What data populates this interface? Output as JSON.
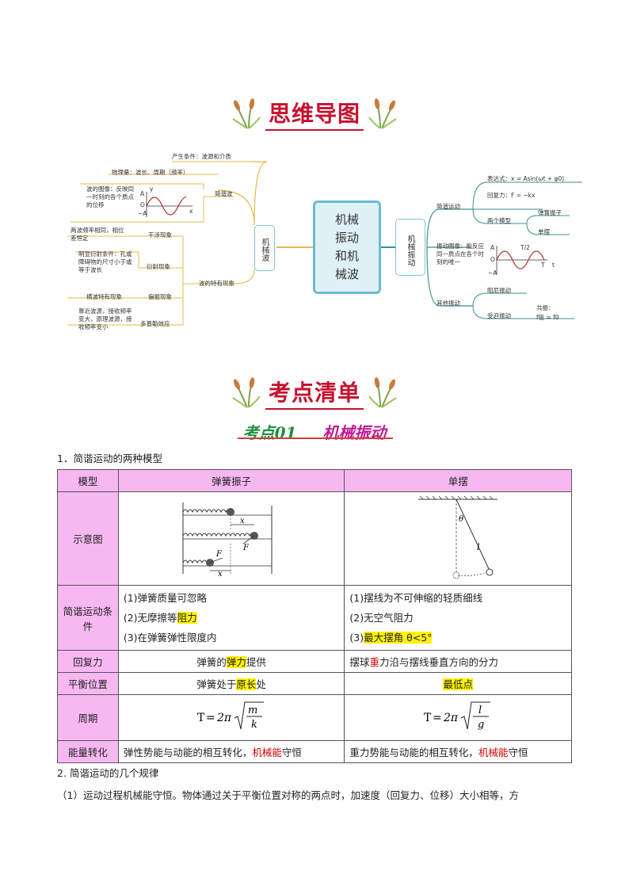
{
  "banners": {
    "mindmap_title": "思维导图",
    "checklist_title": "考点清单"
  },
  "section": {
    "number": "考点01",
    "name": "机械振动"
  },
  "mindmap": {
    "center": [
      "机械",
      "振动",
      "和机",
      "械波"
    ],
    "left_branch": "机械波",
    "right_branch": "机械振动",
    "wave": {
      "conditions": "产生条件：波源和介质",
      "quantities": "物理量：波长、周期（频率）",
      "simple_wave": "简谐波",
      "graph_desc": "波的图像：反映同一时刻的各个质点的位移",
      "features": "波的特有现象",
      "interference_cond": "两波频率相同，相位差恒定",
      "interference": "干涉现象",
      "diffraction_cond": "明显衍射条件：孔或障碍物的尺寸小于或等于波长",
      "diffraction": "衍射现象",
      "polarization_cond": "横波特有现象",
      "polarization": "偏振现象",
      "doppler_cond": "靠近波源，接收频率变大，原理波源，接收频率变小",
      "doppler": "多普勒效应"
    },
    "vibration": {
      "shm": "简谐运动",
      "expression": "表达式：x = Asin(ωt + φ0)",
      "restoring": "回复力：F = −kx",
      "models": "两个模型",
      "spring": "弹簧振子",
      "pendulum": "单摆",
      "graph_desc": "振动图像：能反应同一质点在各个时刻的唯一",
      "other": "其他振动",
      "damped": "阻尼振动",
      "forced": "受迫振动",
      "resonance": "共振：",
      "resonance_eq": "f驱 = f0"
    },
    "graph_labels": {
      "y": "y",
      "x": "x",
      "A": "A",
      "negA": "−A",
      "O": "O",
      "T": "T",
      "T2": "T/2",
      "t": "t"
    }
  },
  "intro_line": "1．简谐运动的两种模型",
  "table": {
    "headers": [
      "模型",
      "弹簧振子",
      "单摆"
    ],
    "diagram_row_label": "示意图",
    "diagram_labels": {
      "x": "x",
      "F": "F",
      "theta": "θ",
      "l": "l"
    },
    "cond_label": "简谐运动条件",
    "spring_conds": [
      "(1)弹簧质量可忽略",
      "(2)无摩擦等",
      "阻力",
      "(3)在弹簧弹性限度内"
    ],
    "pendulum_conds": [
      "(1)摆线为不可伸缩的轻质细线",
      "(2)无空气阻力",
      "(3)",
      "最大摆角",
      " θ<5°"
    ],
    "restoring_label": "回复力",
    "spring_restoring": [
      "弹簧的",
      "弹力",
      "提供"
    ],
    "pendulum_restoring": [
      "摆球",
      "重",
      "力沿与摆线垂直方向的分力"
    ],
    "equilibrium_label": "平衡位置",
    "spring_equilibrium": [
      "弹簧处于",
      "原长",
      "处"
    ],
    "pendulum_equilibrium": "最低点",
    "period_label": "周期",
    "spring_period": {
      "T": "T",
      "eq": "=",
      "two_pi": "2π",
      "num": "m",
      "den": "k"
    },
    "pendulum_period": {
      "T": "T",
      "eq": "=",
      "two_pi": "2π",
      "num": "l",
      "den": "g"
    },
    "energy_label": "能量转化",
    "spring_energy": [
      "弹性势能与动能的相互转化，",
      "机械能",
      "守恒"
    ],
    "pendulum_energy": [
      "重力势能与动能的相互转化，",
      "机械能",
      "守恒"
    ]
  },
  "rules_title": "2. 简谐运动的几个规律",
  "rule1": "（1）运动过程机械能守恒。物体通过关于平衡位置对称的两点时，加速度（回复力、位移）大小相等，方"
}
